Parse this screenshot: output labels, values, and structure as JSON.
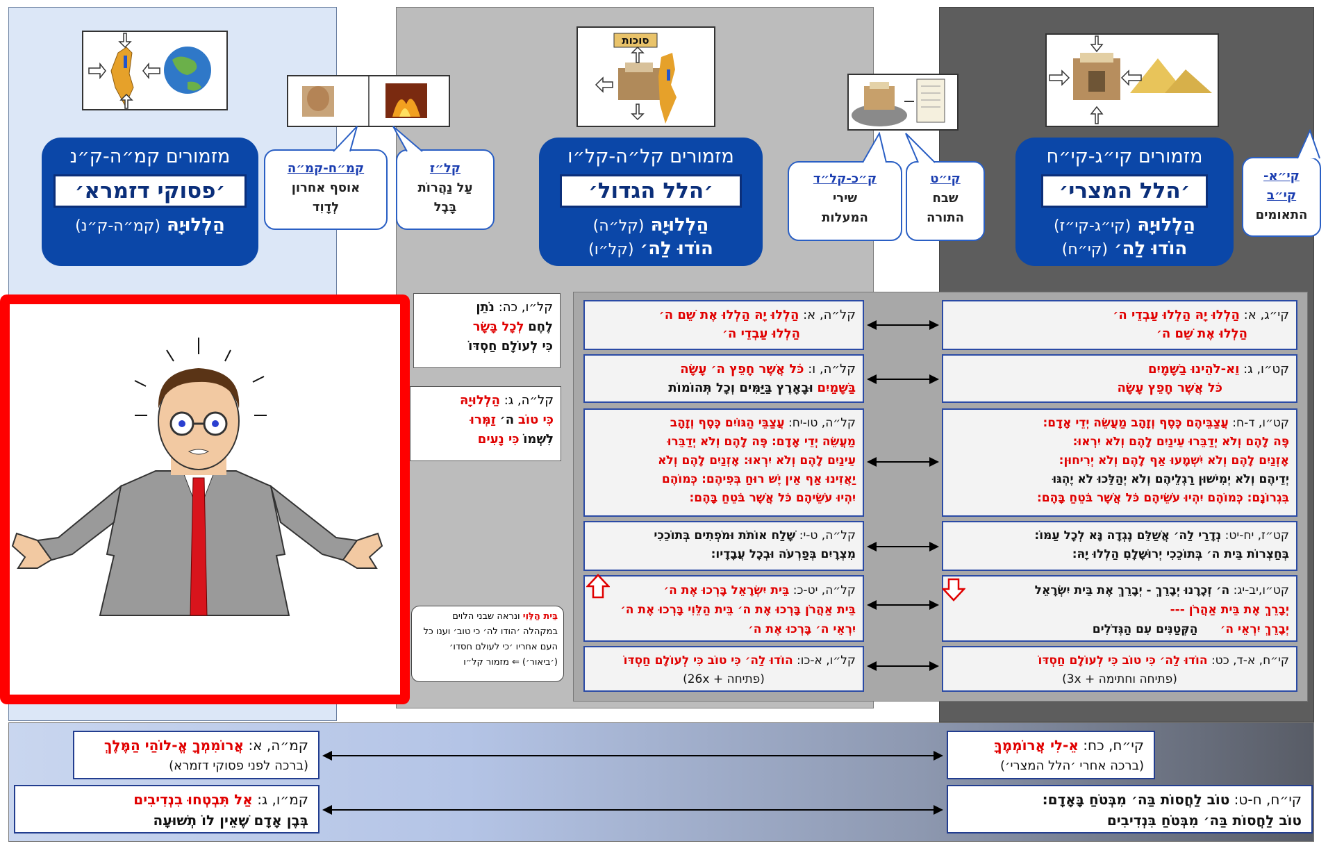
{
  "columns": {
    "left": {
      "title": "מזמורים קמ״ה-ק״נ",
      "name": "׳פסוקי דזמרא׳",
      "halleluya": "הַלְלוּיָהּ",
      "halleluya_ref": "(קמ״ה-ק״נ)"
    },
    "middle": {
      "title": "מזמורים קל״ה-קל״ו",
      "name": "׳הלל הגדול׳",
      "halleluya": "הַלְלוּיָהּ",
      "halleluya_ref": "(קל״ה)",
      "hodu": "הוֹדוּ לַה׳",
      "hodu_ref": "(קל״ו)",
      "sukkot_label": "סוכות"
    },
    "right": {
      "title": "מזמורים קי״ג-קי״ח",
      "name": "׳הלל המצרי׳",
      "halleluya": "הַלְלוּיָהּ",
      "halleluya_ref": "(קי״ג-קי״ז)",
      "hodu": "הוֹדוּ לַה׳",
      "hodu_ref": "(קי״ח)"
    }
  },
  "bubbles": {
    "b148": {
      "head": "קמ״ח-קמ״ה",
      "l1": "אוסף אחרון",
      "l2": "לְדָוִד"
    },
    "b137": {
      "head": "קל״ז",
      "l1": "עַל נַהֲרוֹת",
      "l2": "בָּבֶל"
    },
    "b120": {
      "head": "ק״כ-קל״ד",
      "l1": "שירי",
      "l2": "המעלות"
    },
    "b119": {
      "head": "קי״ט",
      "l1": "שבח",
      "l2": "התורה"
    },
    "b111": {
      "head": "קי״א-",
      "l1": "קי״ב",
      "l2": "התאומים"
    }
  },
  "side_boxes": [
    {
      "ref": "קל״ו, כה:",
      "a": "נֹתֵן",
      "b": "לֶחֶם",
      "c": "לְכָל בָּשָׂר",
      "d": "כִּי לְעוֹלָם חַסְדּוֹ"
    },
    {
      "ref": "קל״ה, ג:",
      "a": "הַלְלוּיָהּ",
      "b": "כִּי טוֹב",
      "c": "ה׳",
      "d": "זַמְּרוּ",
      "e": "לִשְׁמוֹ",
      "f": "כִּי נָעִים"
    }
  ],
  "levi_note": {
    "red": "בֵּית הַלֵּוִי",
    "text": "ונראה שבני הלוים במקהלה ׳הודו לה׳ כי טוב׳ וענו כל העם אחריו ׳כי לעולם חסדו׳ (׳ביאור׳) ⇐ מזמור קל״ו"
  },
  "rows": [
    {
      "right": {
        "ref": "קי״ג, א:",
        "l1": "הַלְלוּ יָהּ הַלְלוּ עַבְדֵי ה׳",
        "l2": "הַלְלוּ אֶת שֵׁם ה׳"
      },
      "left": {
        "ref": "קל״ה, א:",
        "l1": "הַלְלוּ יָהּ הַלְלוּ אֶת שֵׁם ה׳",
        "l2": "הַלְלוּ עַבְדֵי ה׳"
      }
    },
    {
      "right": {
        "ref": "קט״ו, ג:",
        "l1": "וֵא-לֹהֵינוּ בַשָּׁמָיִם",
        "l2": "כֹּל אֲשֶׁר חָפֵץ עָשָׂה"
      },
      "left": {
        "ref": "קל״ה, ו:",
        "l1": "כֹּל אֲשֶׁר חָפֵץ ה׳ עָשָׂה",
        "l2": "בַּשָּׁמַיִם",
        "l2b": "וּבָאָרֶץ בַּיַּמִּים וְכָל תְּהוֹמוֹת"
      }
    },
    {
      "right": {
        "ref": "קט״ו, ד-ח:",
        "l1": "עֲצַבֵּיהֶם כֶּסֶף וְזָהָב מַעֲשֵׂה יְדֵי אָדָם:",
        "l2": "פֶּה לָהֶם וְלֹא יְדַבֵּרוּ עֵינַיִם לָהֶם וְלֹא יִרְאוּ:",
        "l3": "אָזְנַיִם לָהֶם וְלֹא יִשְׁמָעוּ אַף לָהֶם וְלֹא יְרִיחוּן:",
        "l4": "יְדֵיהֶם וְלֹא יְמִישׁוּן רַגְלֵיהֶם וְלֹא יְהַלֵּכוּ לֹא יֶהְגּוּ",
        "l5": "בִּגְרוֹנָם: כְּמוֹהֶם יִהְיוּ עֹשֵׂיהֶם כֹּל אֲשֶׁר בֹּטֵחַ בָּהֶם:"
      },
      "left": {
        "ref": "קל״ה, טו-יח:",
        "l1": "עֲצַבֵּי הַגּוֹיִם כֶּסֶף וְזָהָב",
        "l2": "מַעֲשֵׂה יְדֵי אָדָם: פֶּה לָהֶם וְלֹא יְדַבֵּרוּ",
        "l3": "עֵינַיִם לָהֶם וְלֹא יִרְאוּ: אָזְנַיִם לָהֶם וְלֹא",
        "l4": "יַאֲזִינוּ אַף אֵין יֶשׁ רוּחַ בְּפִיהֶם: כְּמוֹהֶם",
        "l5": "יִהְיוּ עֹשֵׂיהֶם כֹּל אֲשֶׁר בֹּטֵחַ בָּהֶם:"
      }
    },
    {
      "right": {
        "ref": "קט״ז, יח-יט:",
        "l1": "נְדָרַי לַה׳ אֲשַׁלֵּם נֶגְדָה נָּא לְכָל עַמּוֹ:",
        "l2": "בְּחַצְרוֹת בֵּית ה׳ בְּתוֹכֵכִי יְרוּשָׁלָםִ הַלְלוּ יָהּ:"
      },
      "left": {
        "ref": "קל״ה, ט-י:",
        "l1": "שָׁלַח אוֹתֹת וּמֹפְתִים בְּתוֹכֵכִי",
        "l2": "מִצְרָיִם בְּפַרְעֹה וּבְכָל עֲבָדָיו:"
      }
    },
    {
      "right": {
        "ref": "קט״ו,יב-יג:",
        "l1": "ה׳ זְכָרָנוּ יְבָרֵךְ - יְבָרֵךְ אֶת בֵּית יִשְׂרָאֵל",
        "l2": "יְבָרֵךְ אֶת בֵּית אַהֲרֹן ---",
        "l3a": "יְבָרֵךְ יִרְאֵי ה׳",
        "l3b": "הַקְּטַנִּים עִם הַגְּדֹלִים"
      },
      "left": {
        "ref": "קל״ה, יט-כ:",
        "l1": "בֵּית יִשְׂרָאֵל בָּרְכוּ אֶת ה׳",
        "l2": "בֵּית אַהֲרֹן בָּרְכוּ אֶת ה׳ בֵּית הַלֵּוִי בָּרְכוּ אֶת ה׳",
        "l3": "יִרְאֵי ה׳ בָּרְכוּ אֶת ה׳"
      }
    },
    {
      "right": {
        "ref": "קי״ח, א-ד, כט:",
        "l1": "הוֹדוּ לַה׳ כִּי טוֹב כִּי לְעוֹלָם חַסְדּוֹ",
        "l2": "(פתיחה וחתימה + 3x)"
      },
      "left": {
        "ref": "קל״ו, א-כו:",
        "l1": "הוֹדוּ לַה׳ כִּי טוֹב כִּי לְעוֹלָם חַסְדּוֹ",
        "l2": "(פתיחה + 26x)"
      }
    }
  ],
  "bottom_rows": [
    {
      "right": {
        "ref": "קי״ח, כח:",
        "l1": "אֵ-לִי אֲרוֹמְמֶךָּ",
        "l2": "(ברכה אחרי ׳הלל המצרי׳)"
      },
      "left": {
        "ref": "קמ״ה, א:",
        "l1": "אֲרוֹמִמְךָ אֱ-לוֹהַי הַמֶּלֶךְ",
        "l2": "(ברכה לפני פסוקי דזמרא)"
      }
    },
    {
      "right": {
        "ref": "קי״ח, ח-ט:",
        "l1": "טוֹב לַחֲסוֹת בַּה׳ מִבְּטֹחַ בָּאָדָם:",
        "l2": "טוֹב לַחֲסוֹת בַּה׳ מִבְּטֹחַ בִּנְדִיבִים"
      },
      "left": {
        "ref": "קמ״ו, ג:",
        "l1": "אַל תִּבְטְחוּ בִנְדִיבִים",
        "l2": "בְּבֶן אָדָם שֶׁאֵין לוֹ תְשׁוּעָה"
      }
    }
  ],
  "colors": {
    "accent_blue": "#0b47a8",
    "red": "#e00000",
    "frame_red": "#ff0000"
  }
}
